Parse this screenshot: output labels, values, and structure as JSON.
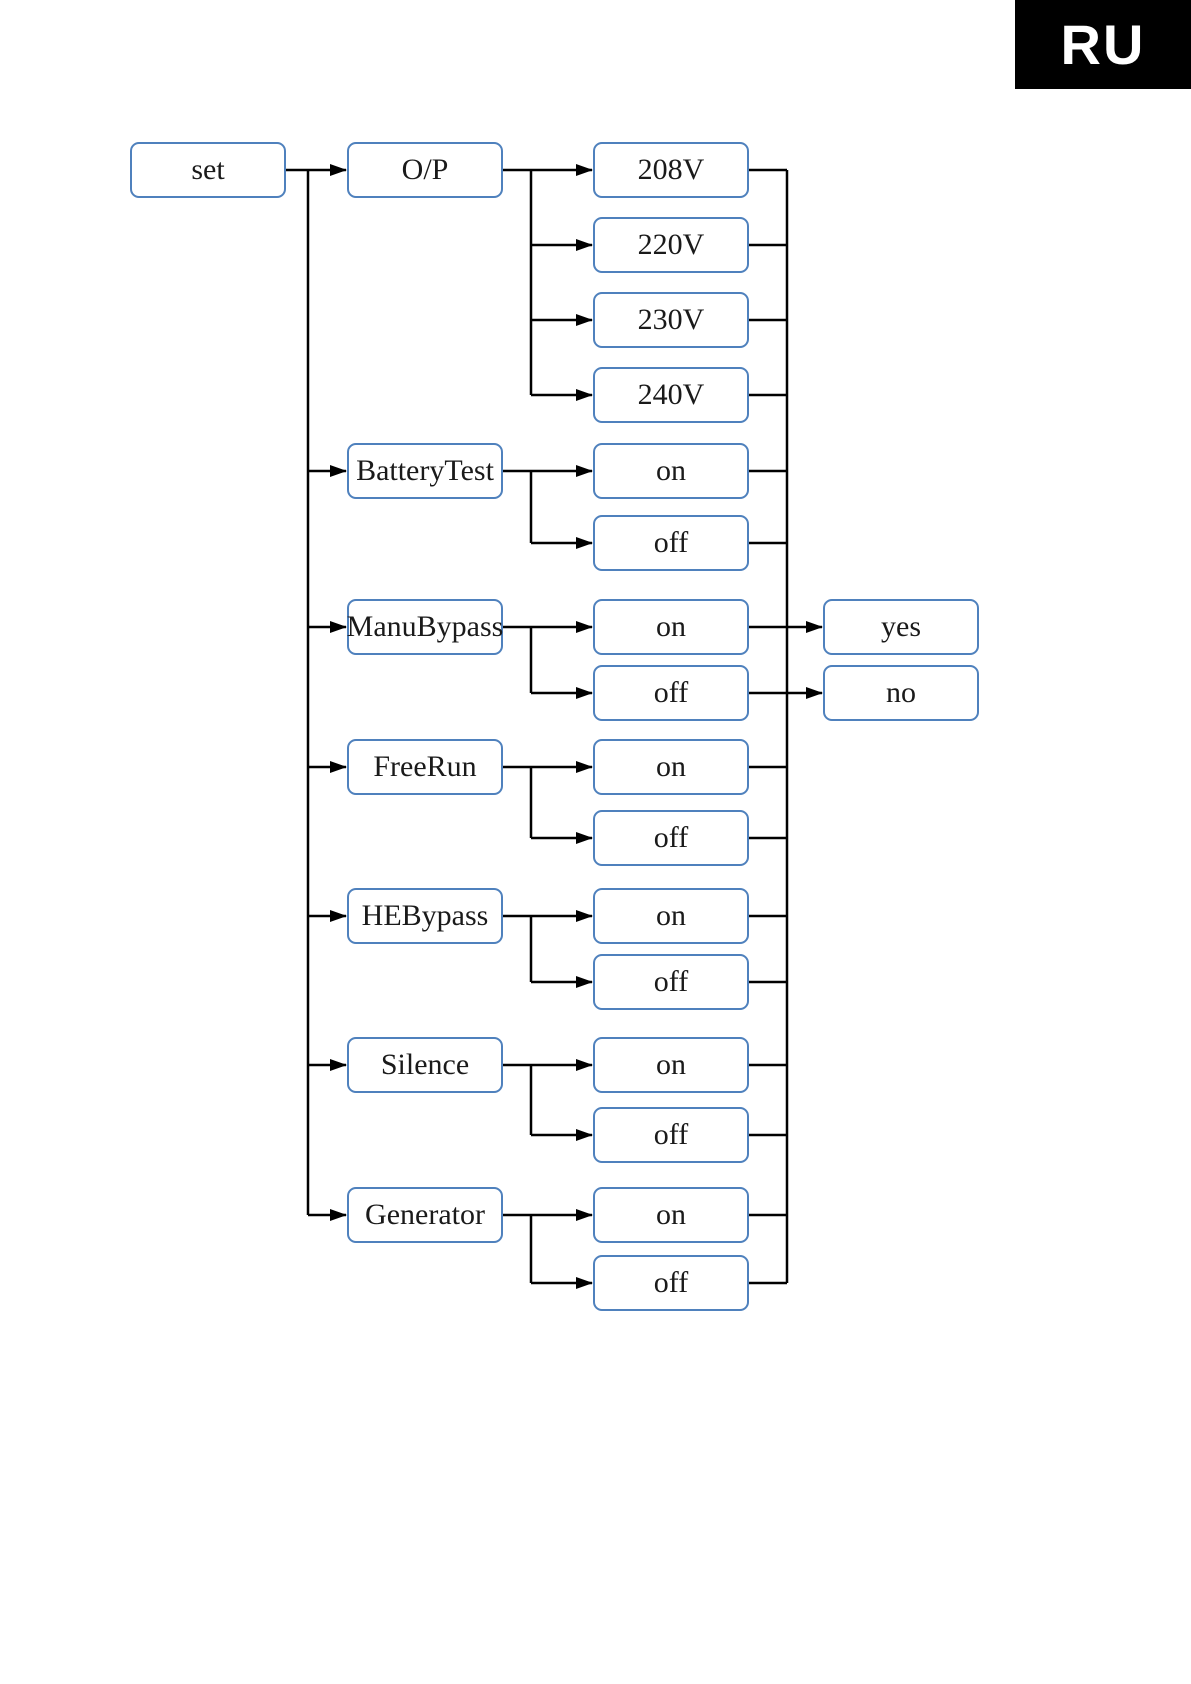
{
  "page": {
    "type": "ups-settings-menu-tree"
  },
  "language_badge": {
    "label": "RU"
  },
  "colors": {
    "page_bg": "#ffffff",
    "box_border": "#4f81bd",
    "box_fill": "#ffffff",
    "line": "#000000",
    "text": "#1a1a1a",
    "badge_bg": "#000000",
    "badge_fg": "#ffffff"
  },
  "diagram": {
    "root": {
      "label": "set"
    },
    "menus": [
      {
        "label": "O/P",
        "options": [
          {
            "label": "208V"
          },
          {
            "label": "220V"
          },
          {
            "label": "230V"
          },
          {
            "label": "240V"
          }
        ]
      },
      {
        "label": "BatteryTest",
        "options": [
          {
            "label": "on"
          },
          {
            "label": "off"
          }
        ]
      },
      {
        "label": "ManuBypass",
        "options": [
          {
            "label": "on",
            "confirm": {
              "label": "yes"
            }
          },
          {
            "label": "off",
            "confirm": {
              "label": "no"
            }
          }
        ]
      },
      {
        "label": "FreeRun",
        "options": [
          {
            "label": "on"
          },
          {
            "label": "off"
          }
        ]
      },
      {
        "label": "HEBypass",
        "options": [
          {
            "label": "on"
          },
          {
            "label": "off"
          }
        ]
      },
      {
        "label": "Silence",
        "options": [
          {
            "label": "on"
          },
          {
            "label": "off"
          }
        ]
      },
      {
        "label": "Generator",
        "options": [
          {
            "label": "on"
          },
          {
            "label": "off"
          }
        ]
      }
    ]
  }
}
